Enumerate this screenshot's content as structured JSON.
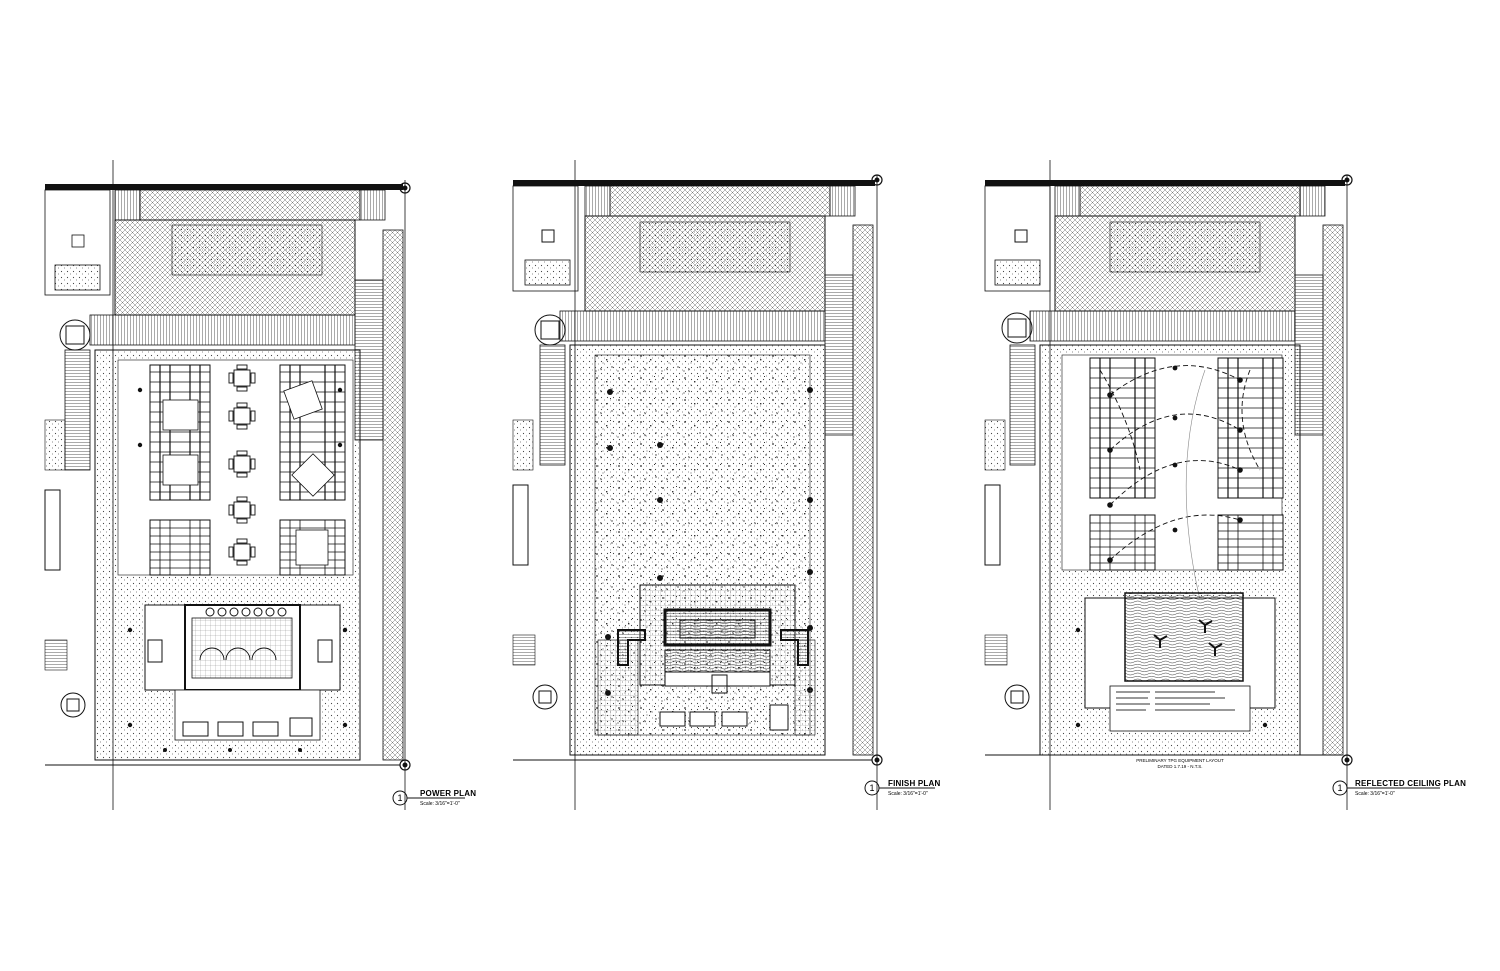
{
  "sheet": {
    "plans": [
      {
        "id": "power",
        "number": "1",
        "title": "POWER PLAN",
        "scale": "Scale: 3/16\"=1'-0\""
      },
      {
        "id": "finish",
        "number": "1",
        "title": "FINISH PLAN",
        "scale": "Scale: 3/16\"=1'-0\""
      },
      {
        "id": "ceiling",
        "number": "1",
        "title": "REFLECTED CEILING PLAN",
        "scale": "Scale: 3/16\"=1'-0\""
      }
    ],
    "ceiling_note": {
      "line1": "PRELIMINARY TPG EQUIPMENT LAYOUT",
      "line2": "DATED 1.7.19  -  N.T.S."
    },
    "colors": {
      "ink": "#111111",
      "paper": "#ffffff",
      "hatch": "#555555"
    }
  }
}
